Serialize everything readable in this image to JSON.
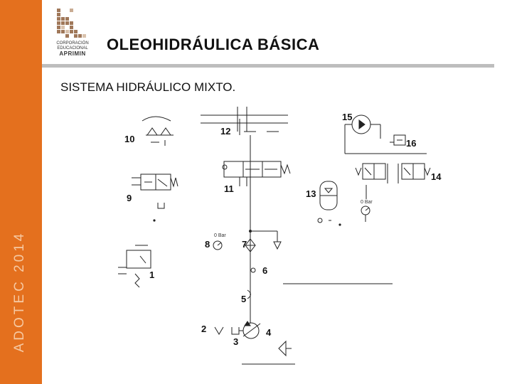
{
  "header": {
    "title": "OLEOHIDRÁULICA BÁSICA",
    "logo": {
      "line1": "CORPORACIÓN",
      "line2": "EDUCACIONAL",
      "line3": "APRIMIN"
    }
  },
  "sidebar": {
    "vertical_text": "ADOTEC 2014"
  },
  "main": {
    "subtitle": "SISTEMA HIDRÁULICO MIXTO."
  },
  "diagram": {
    "labels": [
      "1",
      "2",
      "3",
      "4",
      "5",
      "6",
      "7",
      "8",
      "9",
      "10",
      "11",
      "12",
      "13",
      "14",
      "15",
      "16"
    ],
    "gauge_text": [
      "0 Bar",
      "0 Bar"
    ]
  },
  "colors": {
    "sidebar": "#e4701e",
    "rule": "#bdbdbd",
    "accent_text": "#f6c9a2"
  }
}
